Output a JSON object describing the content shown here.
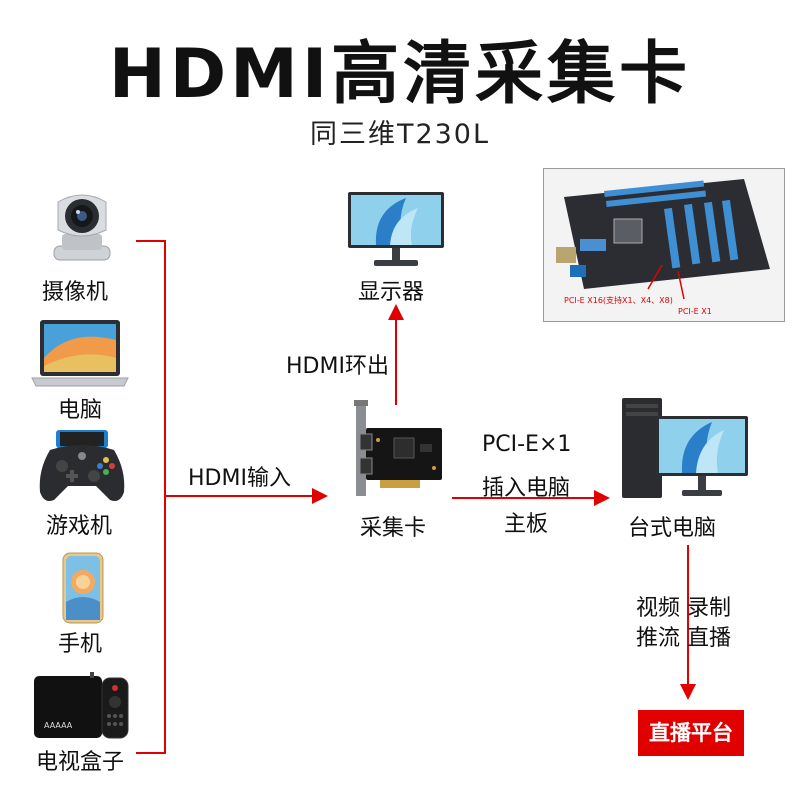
{
  "title": "HDMI高清采集卡",
  "subtitle": "同三维T230L",
  "sources": [
    {
      "label": "摄像机",
      "icon": "ptz-camera-icon"
    },
    {
      "label": "电脑",
      "icon": "laptop-icon"
    },
    {
      "label": "游戏机",
      "icon": "game-controller-icon"
    },
    {
      "label": "手机",
      "icon": "smartphone-icon"
    },
    {
      "label": "电视盒子",
      "icon": "tv-box-icon"
    }
  ],
  "monitor": {
    "label": "显示器",
    "icon": "monitor-icon"
  },
  "capture_card": {
    "label": "采集卡",
    "icon": "capture-card-icon"
  },
  "desktop": {
    "label": "台式电脑",
    "icon": "desktop-pc-icon"
  },
  "edges": {
    "hdmi_in": "HDMI输入",
    "hdmi_loop": "HDMI环出",
    "pcie_line1": "PCI-E×1",
    "pcie_line2": "插入电脑",
    "pcie_line3": "主板",
    "record_line1": "视频 录制",
    "record_line2": "推流 直播"
  },
  "live_button": "直播平台",
  "motherboard": {
    "icon": "motherboard-icon",
    "slot_x16": "PCI-E X16(支持X1、X4、X8)",
    "slot_x1": "PCI-E X1"
  },
  "colors": {
    "arrow": "#e00000",
    "accent_blue": "#1e8ad6"
  }
}
